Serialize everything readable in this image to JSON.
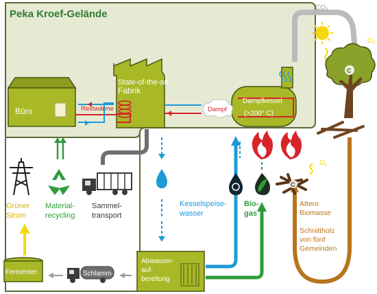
{
  "title": "Peka Kroef-Gelände",
  "buildings": {
    "office": "Büro",
    "factory_line1": "State-of-the-art",
    "factory_line2": "Fabrik",
    "boiler": "Dampfkessel",
    "boiler_temp": "(>200° C)",
    "steam": "Dampf"
  },
  "flows": {
    "residual_heat": "Restwärme",
    "co2": "CO",
    "co2_sub": "2",
    "o2": "O",
    "o2_sub": "2"
  },
  "labels": {
    "green_power_1": "Grüner",
    "green_power_2": "Strom",
    "recycling_1": "Material-",
    "recycling_2": "recycling",
    "transport_1": "Sammel-",
    "transport_2": "transport",
    "feedwater_1": "Kesselspeise-",
    "feedwater_2": "wasser",
    "biogas_1": "Bio-",
    "biogas_2": "gas",
    "biomass_1": "Attero",
    "biomass_2": "Biomasse",
    "wood_1": "Schnittholz",
    "wood_2": "von fünf",
    "wood_3": "Gemeinden",
    "fermenter": "Fermenter",
    "sludge": "Schlamm",
    "treatment_1": "Abwasser-",
    "treatment_2": "auf-",
    "treatment_3": "bereitung",
    "carbon": "C"
  },
  "colors": {
    "site_fill": "#e6ead3",
    "site_border": "#5a6b3a",
    "building": "#a9b827",
    "building_dark": "#6f7a17",
    "text_green": "#2e7d32",
    "blue": "#1e9ad6",
    "red": "#d8232a",
    "yellow": "#f5d80f",
    "green_arrow": "#2e9c3a",
    "brown": "#b8741c",
    "grey": "#6d6e71",
    "light_grey": "#b9bbbd"
  }
}
